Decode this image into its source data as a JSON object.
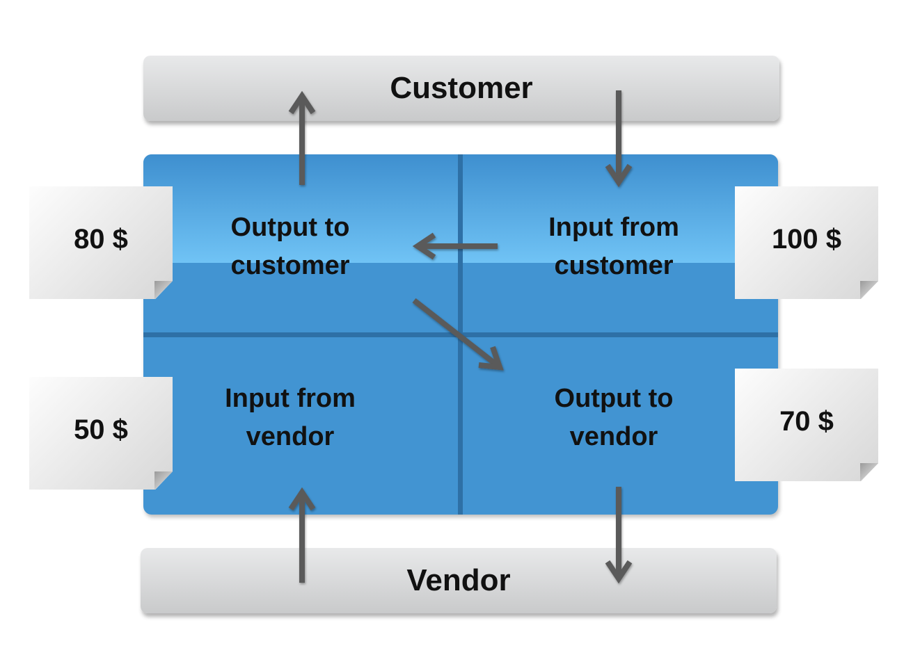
{
  "top_party": "Customer",
  "bottom_party": "Vendor",
  "quadrants": {
    "output_to_customer": "Output to\ncustomer",
    "input_from_customer": "Input from\ncustomer",
    "input_from_vendor": "Input from\nvendor",
    "output_to_vendor": "Output to\nvendor"
  },
  "amounts": {
    "output_to_customer": "80 $",
    "input_from_customer": "100 $",
    "input_from_vendor": "50 $",
    "output_to_vendor": "70 $"
  },
  "colors": {
    "matrix_blue": "#4294d2",
    "gloss_light": "#70c3f5",
    "divider": "#2e70a6",
    "arrow": "#5a5a5a"
  }
}
